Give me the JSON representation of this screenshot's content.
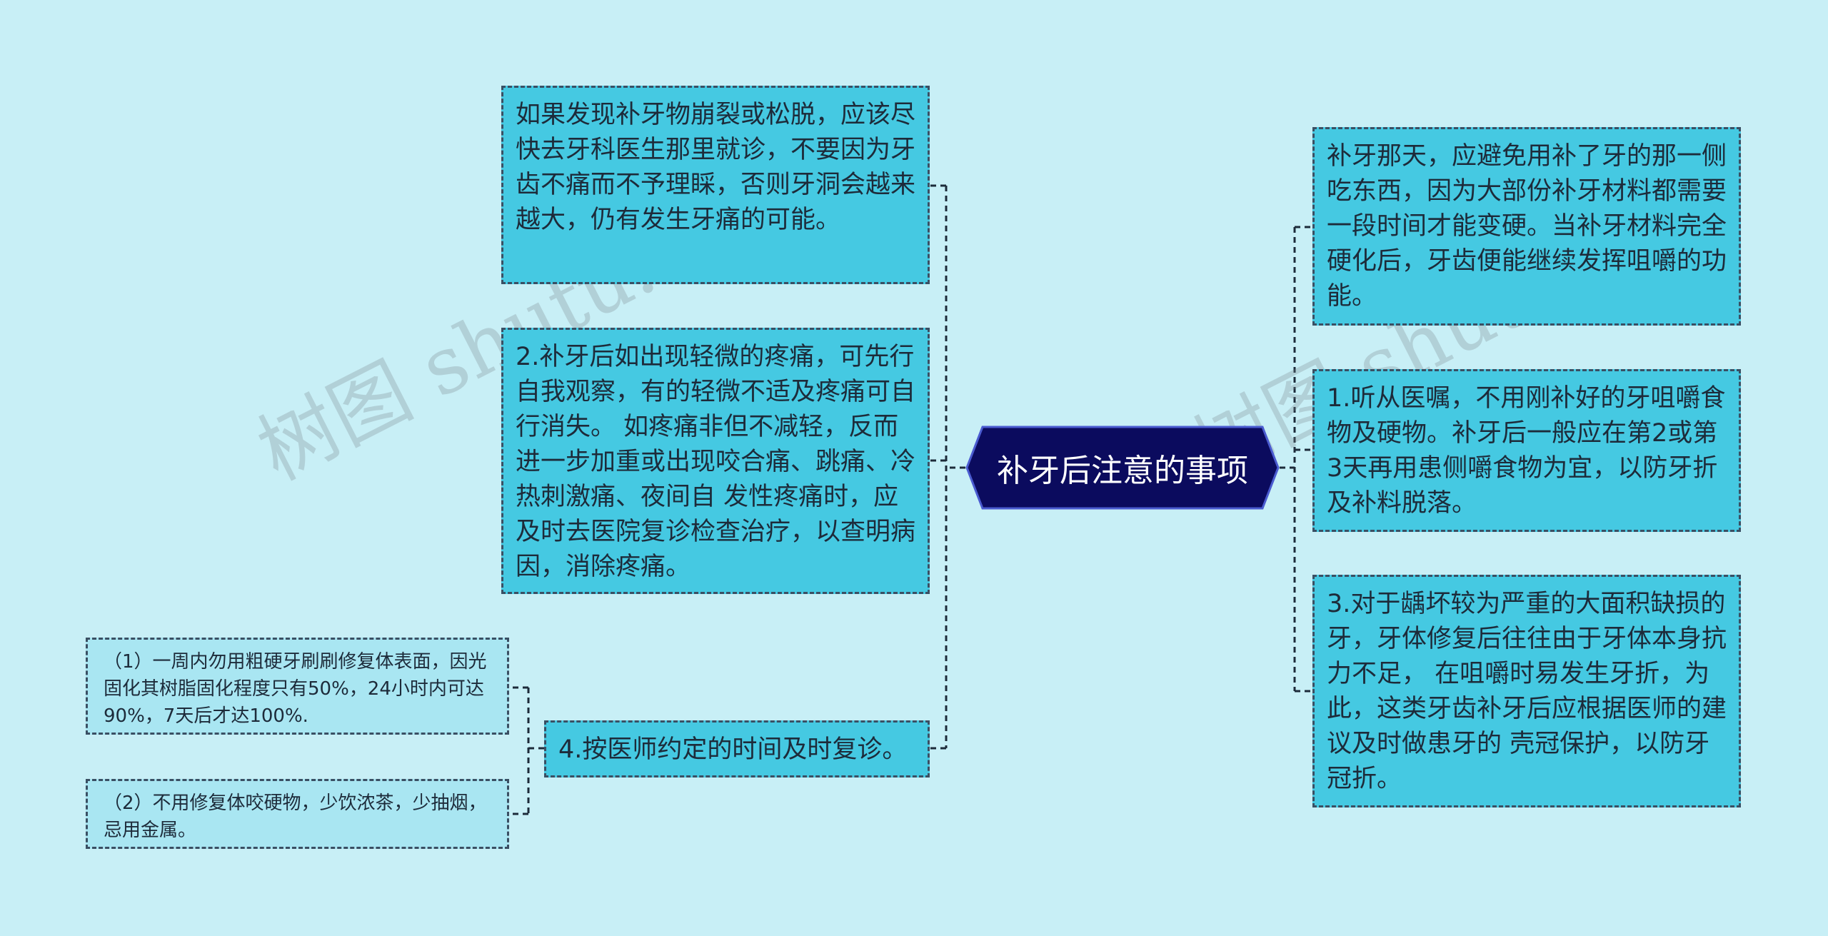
{
  "center": {
    "label": "补牙后注意的事项"
  },
  "left_nodes": [
    "如果发现补牙物崩裂或松脱，应该尽快去牙科医生那里就诊，不要因为牙齿不痛而不予理睬，否则牙洞会越来越大，仍有发生牙痛的可能。",
    "2.补牙后如出现轻微的疼痛，可先行自我观察，有的轻微不适及疼痛可自行消失。 如疼痛非但不减轻，反而进一步加重或出现咬合痛、跳痛、冷热刺激痛、夜间自 发性疼痛时，应及时去医院复诊检查治疗，以查明病因，消除疼痛。",
    "4.按医师约定的时间及时复诊。"
  ],
  "sub_nodes": [
    "（1）一周内勿用粗硬牙刷刷修复体表面，因光固化其树脂固化程度只有50%，24小时内可达90%，7天后才达100%.",
    "（2）不用修复体咬硬物，少饮浓茶，少抽烟，忌用金属。"
  ],
  "right_nodes": [
    "补牙那天，应避免用补了牙的那一侧吃东西，因为大部份补牙材料都需要一段时间才能变硬。当补牙材料完全硬化后，牙齿便能继续发挥咀嚼的功能。",
    "1.听从医嘱，不用刚补好的牙咀嚼食物及硬物。补牙后一般应在第2或第3天再用患侧嚼食物为宜，以防牙折及补料脱落。",
    "3.对于龋坏较为严重的大面积缺损的牙，牙体修复后往往由于牙体本身抗力不足， 在咀嚼时易发生牙折，为此，这类牙齿补牙后应根据医师的建议及时做患牙的 壳冠保护，以防牙冠折。"
  ],
  "watermarks": [
    "树图 shutu.cn",
    "树图 shutu.cn"
  ],
  "colors": {
    "background": "#c8eff6",
    "node_fill": "#45c9e2",
    "sub_node_fill": "#a9e6f2",
    "center_fill": "#0b0b5e",
    "connector": "#1d2b3a"
  }
}
